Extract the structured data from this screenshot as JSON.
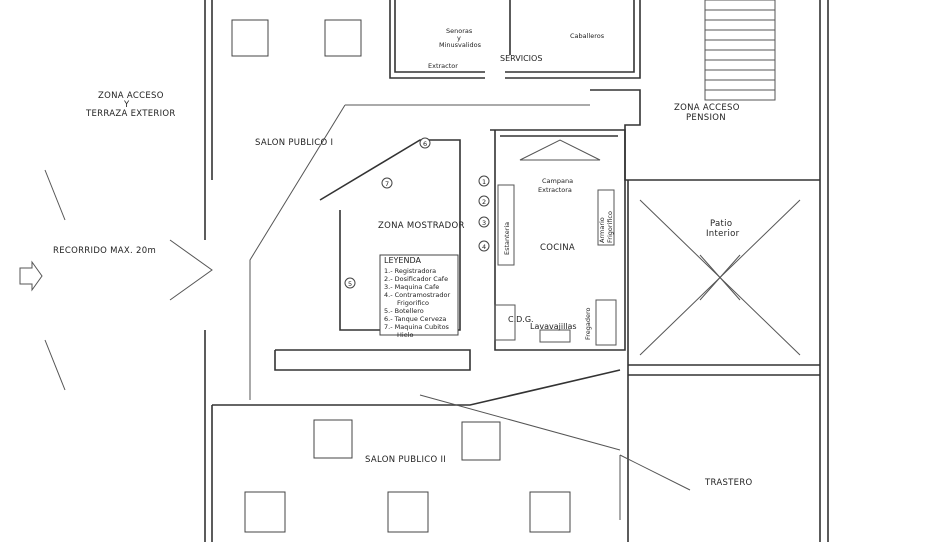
{
  "labels": {
    "zona_acceso": [
      "ZONA ACCESO",
      "Y",
      "TERRAZA EXTERIOR"
    ],
    "salon_1": "SALON PUBLICO I",
    "recorrido": "RECORRIDO MAX. 20m",
    "zona_mostrador": "ZONA MOSTRADOR",
    "campana": [
      "Campana",
      "Extractora"
    ],
    "estanteria": "Estanteria",
    "armario": [
      "Armario",
      "Frigorifico"
    ],
    "cocina": "COCINA",
    "patio": [
      "Patio",
      "Interior"
    ],
    "pension": [
      "ZONA ACCESO",
      "PENSION"
    ],
    "senoras": [
      "Senoras",
      "y",
      "Minusvalidos"
    ],
    "caballeros": "Caballeros",
    "servicios": "SERVICIOS",
    "extractor": "Extractor",
    "cdg": "C.D.G.",
    "lavavajillas": "Lavavajillas",
    "fregadero": "Fregadero",
    "salon_2": "SALON PUBLICO II",
    "trastero": "TRASTERO"
  },
  "legend": {
    "title": "LEYENDA",
    "items": [
      "1.- Registradora",
      "2.- Dosificador Cafe",
      "3.- Maquina Cafe",
      "4.- Contramostrador",
      "Frigorifico",
      "5.- Botellero",
      "6.- Tanque Cerveza",
      "7.- Maquina Cubitos",
      "Hielo"
    ]
  },
  "markers": [
    "1",
    "2",
    "3",
    "4",
    "5",
    "6",
    "7"
  ]
}
